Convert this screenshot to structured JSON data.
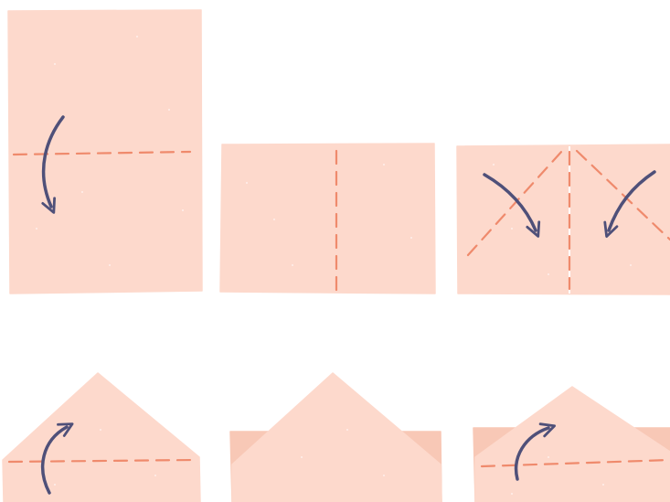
{
  "colors": {
    "background": "#ffffff",
    "paper": "#fdd9cc",
    "paper_shadow": "#f8c8b6",
    "fold_line": "#ef8a6c",
    "arrow": "#4f5079",
    "speckle": "#ffffff"
  },
  "steps": [
    {
      "id": "step-1",
      "action": "fold-down",
      "fold_line": "horizontal",
      "arrow": "curved-down-icon"
    },
    {
      "id": "step-2",
      "action": "crease",
      "fold_line": "vertical",
      "arrow": "none"
    },
    {
      "id": "step-3",
      "action": "fold-corners-in",
      "fold_line": "diagonals",
      "arrow": "curved-diagonal-icons"
    },
    {
      "id": "step-4",
      "action": "fold-up",
      "fold_line": "horizontal",
      "arrow": "curved-up-icon"
    },
    {
      "id": "step-5",
      "action": "result",
      "fold_line": "none",
      "arrow": "none"
    },
    {
      "id": "step-6",
      "action": "fold-up",
      "fold_line": "horizontal",
      "arrow": "curved-up-icon"
    }
  ]
}
